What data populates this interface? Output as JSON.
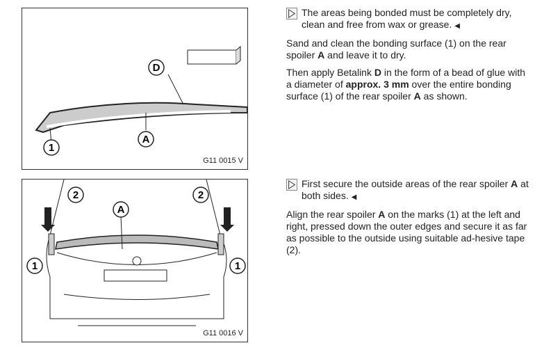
{
  "figure1": {
    "id": "G11 0015 V",
    "labels": {
      "d": "D",
      "a": "A",
      "one": "1"
    }
  },
  "figure2": {
    "id": "G11 0016 V",
    "labels": {
      "a": "A",
      "two": "2",
      "one": "1"
    }
  },
  "section1": {
    "note": "The areas being bonded must be completely dry, clean and free from wax or grease.",
    "p1": [
      "Sand and clean the bonding surface (1) on the rear spoiler ",
      "A",
      " and leave it to dry."
    ],
    "p2": [
      "Then apply Betalink ",
      "D",
      " in the form of a bead of glue with a diameter of ",
      "approx. 3 mm",
      " over the entire bonding surface (1) of the rear spoiler ",
      "A",
      " as shown."
    ]
  },
  "section2": {
    "note": [
      "First secure the outside areas of the rear spoiler ",
      "A",
      " at both sides."
    ],
    "p1": [
      "Align the rear spoiler ",
      "A",
      " on the marks (1) at the left and right, pressed down the outer edges and secure it as far as possible to the outside using suitable ad-hesive tape (2)."
    ]
  },
  "end_marker": "◀"
}
